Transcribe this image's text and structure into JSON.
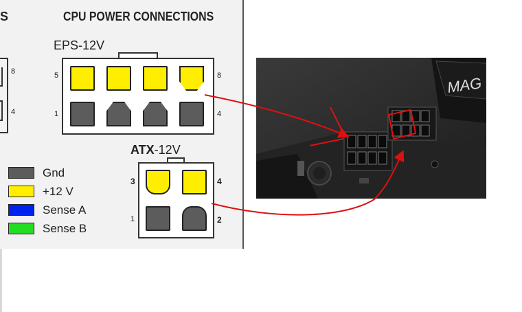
{
  "diagram": {
    "cut_heading_fragment": "S",
    "title": "CPU POWER CONNECTIONS",
    "left_fragment_pins": [
      "8",
      "4"
    ],
    "eps": {
      "label": "EPS-12V",
      "pin_numbers": {
        "top_left": "5",
        "top_right": "8",
        "bottom_left": "1",
        "bottom_right": "4"
      }
    },
    "atx": {
      "label_bold": "ATX",
      "label_rest": "-12V",
      "pin_numbers": {
        "top_left": "3",
        "top_right": "4",
        "bottom_left": "1",
        "bottom_right": "2"
      }
    },
    "legend": [
      {
        "label": "Gnd",
        "color": "#5c5c5c"
      },
      {
        "label": "+12 V",
        "color": "#ffee00"
      },
      {
        "label": "Sense A",
        "color": "#0022ee"
      },
      {
        "label": "Sense B",
        "color": "#22dd22"
      }
    ],
    "photo": {
      "brand_fragment": "MAG"
    },
    "arrow_color": "#dd1111"
  }
}
